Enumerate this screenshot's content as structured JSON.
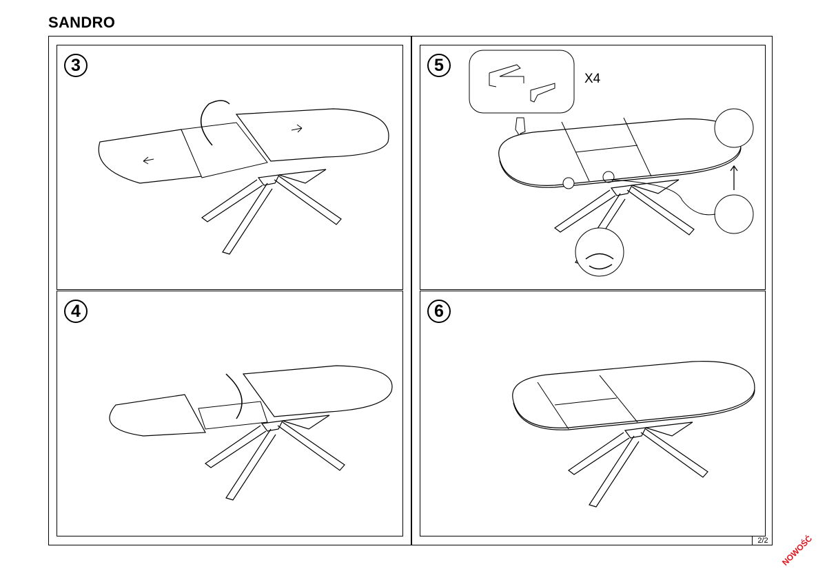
{
  "document": {
    "title": "SANDRO",
    "page_number": "2/2",
    "stamp": "NOWOŚĆ",
    "stamp_color": "#e0101a"
  },
  "steps": [
    {
      "number": "3"
    },
    {
      "number": "4"
    },
    {
      "number": "5",
      "quantity": "X4"
    },
    {
      "number": "6"
    }
  ]
}
